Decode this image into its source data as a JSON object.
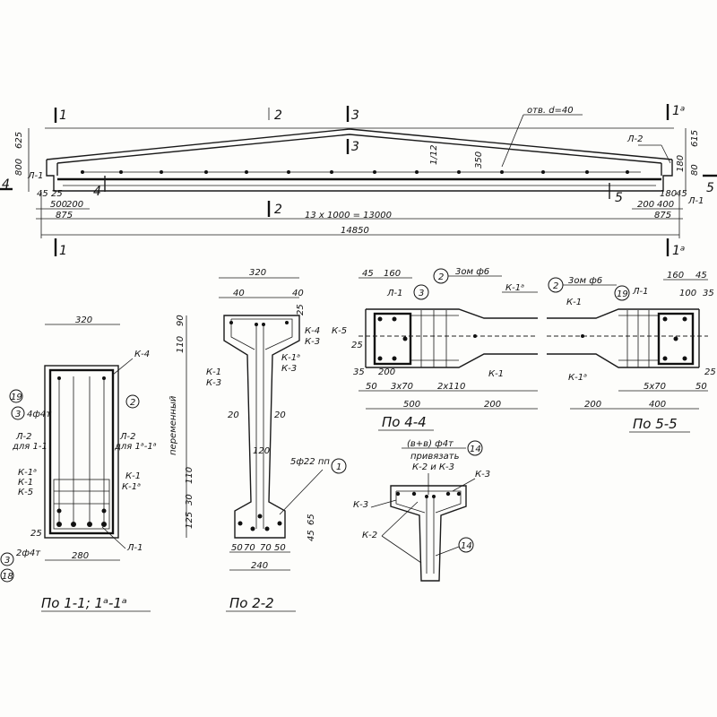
{
  "elevation": {
    "cut_1": "1",
    "cut_1a": "1ᵃ",
    "cut_2": "2",
    "cut_3": "3",
    "cut_4": "4",
    "cut_5": "5",
    "hole_note": "отв. d=40",
    "mark_l2": "Л-2",
    "mark_l1_left": "Л-1",
    "mark_l1_right": "Л-1",
    "dim_625_left": "625",
    "dim_800_left": "800",
    "dim_615_right": "615",
    "dim_180_right": "180",
    "dim_80_right": "80",
    "dim_45_left": "45",
    "dim_25_left": "25",
    "dim_500_left": "500",
    "dim_200_left": "200",
    "dim_875_left": "875",
    "dim_180_b": "180",
    "dim_45_b": "45",
    "dim_200_right": "200",
    "dim_400_right": "400",
    "dim_875_right": "875",
    "dim_span": "13 x 1000 = 13000",
    "dim_total": "14850",
    "dim_350": "350",
    "dim_slope": "1/12"
  },
  "sec11": {
    "title": "По 1-1; 1ᵃ-1ᵃ",
    "w_top": "320",
    "w_bot": "280",
    "k4": "К-4",
    "c2": "2",
    "c19": "19",
    "c3": "3",
    "r4": "4ф4т",
    "l2a": "Л-2",
    "l2a_sub": "для 1-1",
    "l2b": "Л-2",
    "l2b_sub": "для 1ᵃ-1ᵃ",
    "k1a": "К-1ᵃ",
    "k1": "К-1",
    "k5": "К-5",
    "k1r": "К-1",
    "k1ar": "К-1ᵃ",
    "d25": "25",
    "r2": "2ф4т",
    "l1": "Л-1",
    "c3b": "3",
    "c18": "18"
  },
  "sec22": {
    "title": "По 2-2",
    "w_top": "320",
    "d40a": "40",
    "d40b": "40",
    "d25": "25",
    "d90": "90",
    "d110": "110",
    "k4": "К-4",
    "k3": "К-3",
    "k1": "К-1",
    "k3l": "К-3",
    "k1a": "К-1ᵃ",
    "k3r": "К-3",
    "d20a": "20",
    "d20b": "20",
    "var": "переменный",
    "d120": "120",
    "bars": "5ф22 пп",
    "c1": "1",
    "d110b": "110",
    "d30": "30",
    "d125": "125",
    "d45": "45",
    "d65": "65",
    "b50a": "50",
    "b70a": "70",
    "b70b": "70",
    "b50b": "50",
    "w_bot": "240"
  },
  "sec44": {
    "title": "По 4-4",
    "d45": "45",
    "d160": "160",
    "zom": "3ом ф6",
    "c2": "2",
    "c3": "3",
    "l1": "Л-1",
    "k1a": "К-1ᵃ",
    "k5": "К-5",
    "d25": "25",
    "d35": "35",
    "d200": "200",
    "d50": "50",
    "d3x70": "3x70",
    "d2x110": "2x110",
    "k1": "К-1",
    "d500": "500",
    "d200b": "200"
  },
  "sec55": {
    "title": "По 5-5",
    "c2": "2",
    "zom": "3ом ф6",
    "c19": "19",
    "d160": "160",
    "d45": "45",
    "k1": "К-1",
    "l1": "Л-1",
    "d100": "100",
    "d35": "35",
    "k1a": "К-1ᵃ",
    "d25": "25",
    "d50": "50",
    "d5x70": "5x70",
    "d200": "200",
    "d400": "400"
  },
  "sec33": {
    "note_a": "(в+в) ф4т",
    "c14": "14",
    "note_b": "привязать",
    "note_c": "К-2 и К-3",
    "k3r": "К-3",
    "k3l": "К-3",
    "k2": "К-2",
    "c14b": "14"
  }
}
